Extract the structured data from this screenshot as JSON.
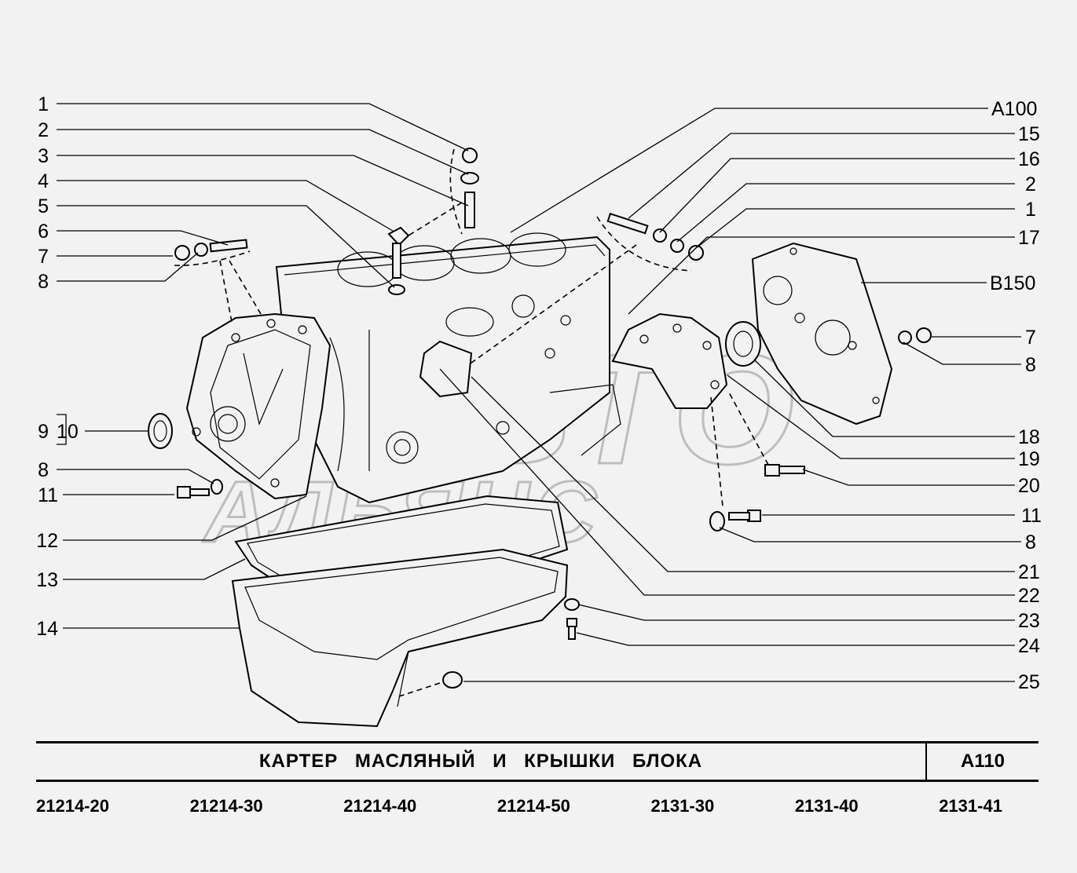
{
  "callouts_left": [
    "1",
    "2",
    "3",
    "4",
    "5",
    "6",
    "7",
    "8",
    "9",
    "10",
    "8",
    "11",
    "12",
    "13",
    "14"
  ],
  "callouts_right": [
    "A100",
    "15",
    "16",
    "2",
    "1",
    "17",
    "B150",
    "7",
    "8",
    "18",
    "19",
    "20",
    "11",
    "8",
    "21",
    "22",
    "23",
    "24",
    "25"
  ],
  "watermark": {
    "line1": "АВТО",
    "line2": "АЛЬЯНС"
  },
  "title": "КАРТЕР МАСЛЯНЫЙ И КРЫШКИ БЛОКА",
  "sheet_code": "A110",
  "models": [
    "21214-20",
    "21214-30",
    "21214-40",
    "21214-50",
    "2131-30",
    "2131-40",
    "2131-41"
  ],
  "colors": {
    "background": "#f2f2f2",
    "ink": "#000000",
    "watermark": "#bdbdbd"
  }
}
